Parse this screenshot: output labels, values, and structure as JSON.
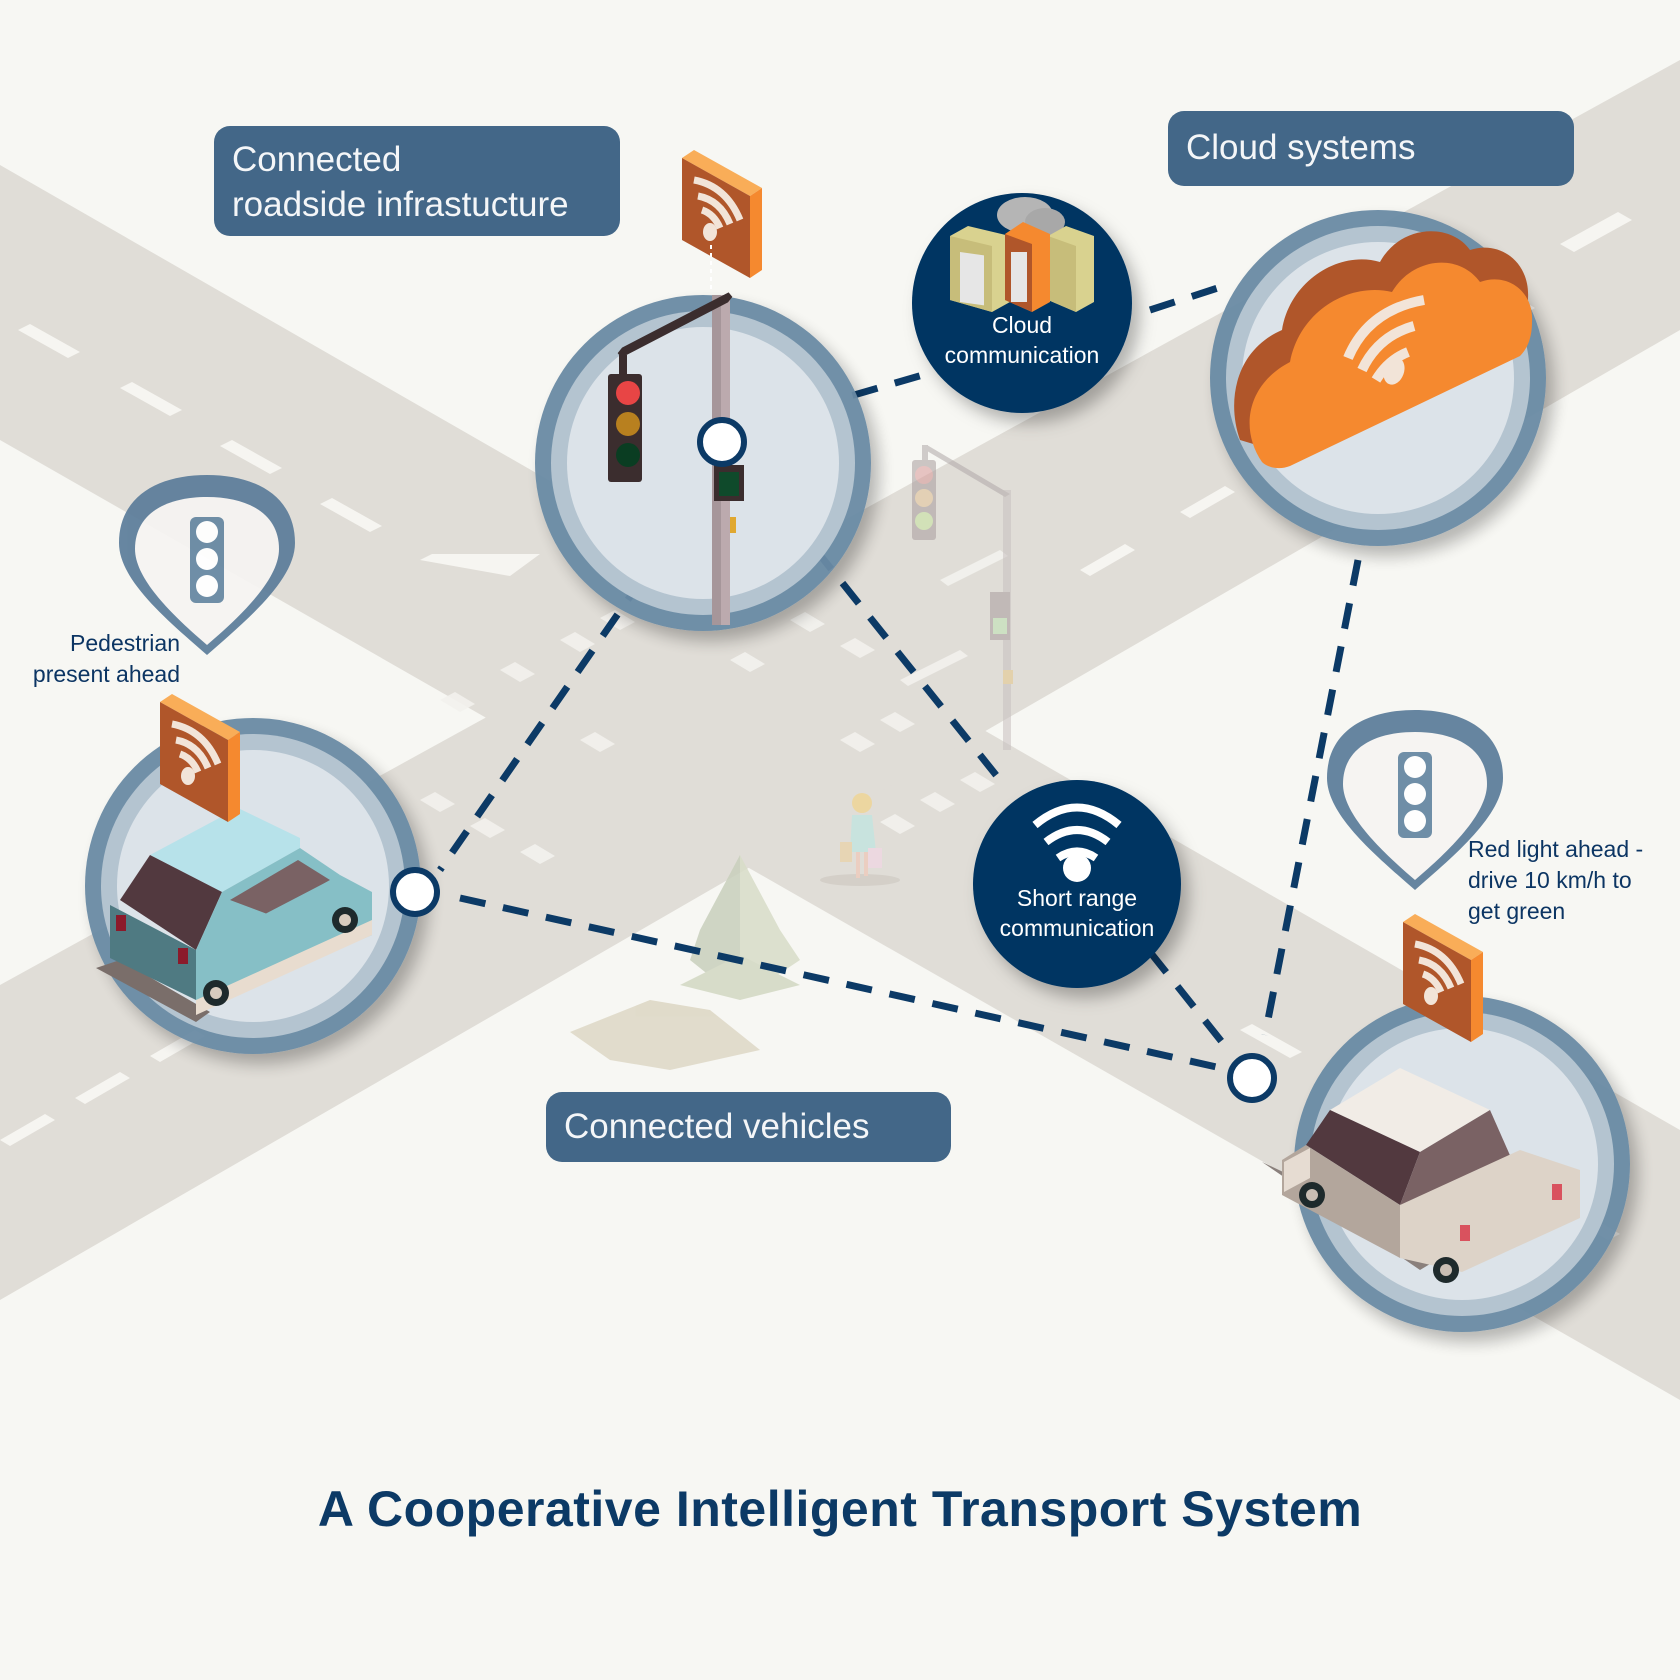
{
  "title": "A Cooperative Intelligent Transport System",
  "labels": {
    "roadside": {
      "line1": "Connected",
      "line2": "roadside infrastucture"
    },
    "cloud_systems": "Cloud systems",
    "connected_vehicles": "Connected vehicles"
  },
  "nodes": {
    "cloud_communication": {
      "line1": "Cloud",
      "line2": "communication"
    },
    "short_range": {
      "line1": "Short range",
      "line2": "communication"
    }
  },
  "notes": {
    "pedestrian": {
      "line1": "Pedestrian",
      "line2": "present ahead"
    },
    "red_light": {
      "line1": "Red light ahead -",
      "line2": "drive 10 km/h to",
      "line3": "get green"
    }
  },
  "icons": {
    "wifi_box": "wifi-signal-icon",
    "cloud": "cloud-wifi-icon",
    "servers": "server-rack-icon",
    "traffic_light": "traffic-light-icon",
    "pin": "map-pin-traffic-light-icon",
    "car": "car-icon",
    "pedestrian": "pedestrian-icon",
    "tree": "tree-icon"
  },
  "colors": {
    "background": "#f7f7f3",
    "road": "#e0ddd7",
    "road_marking": "#f6f5f1",
    "label_bg": "#436788",
    "node_bg": "#003562",
    "dash": "#0c3a66",
    "ring_outer": "#6b8ba5",
    "ring_inner": "#b4c4d0",
    "ring_fill": "#dce3e9",
    "orange": "#f5892f",
    "orange_dark": "#b0562a",
    "title": "#0c3a66"
  }
}
